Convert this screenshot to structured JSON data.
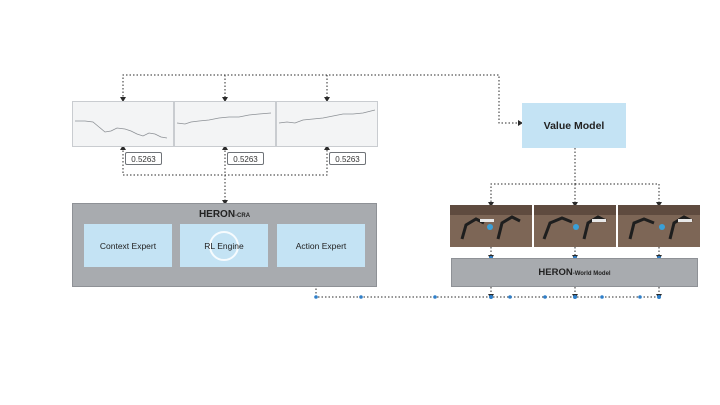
{
  "value_badges": [
    "0.5263",
    "0.5263",
    "0.5263"
  ],
  "cra": {
    "title": "HERON",
    "suffix": "-CRA"
  },
  "modules": {
    "context": "Context Expert",
    "rl": "RL Engine",
    "action": "Action Expert"
  },
  "value_model": "Value Model",
  "world_model": {
    "title": "HERON",
    "suffix": "-World Model"
  },
  "colors": {
    "module_fill": "#c4e3f4",
    "box_fill": "#a8abaf",
    "flow_dot": "#2f7fc9",
    "connector": "#2b2b2b"
  }
}
